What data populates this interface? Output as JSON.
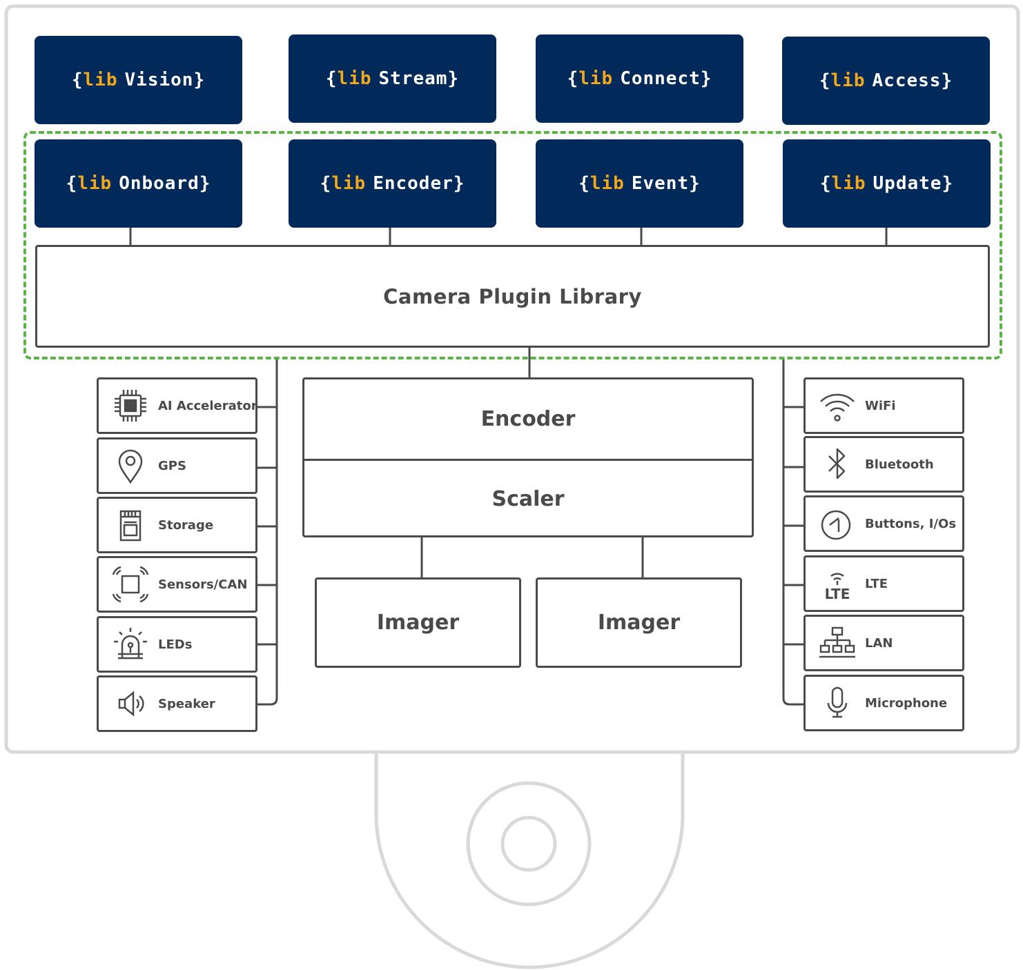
{
  "libs": [
    {
      "prefix": "lib",
      "name": "Vision"
    },
    {
      "prefix": "lib",
      "name": "Stream"
    },
    {
      "prefix": "lib",
      "name": "Connect"
    },
    {
      "prefix": "lib",
      "name": "Access"
    },
    {
      "prefix": "lib",
      "name": "Onboard"
    },
    {
      "prefix": "lib",
      "name": "Encoder"
    },
    {
      "prefix": "lib",
      "name": "Event"
    },
    {
      "prefix": "lib",
      "name": "Update"
    }
  ],
  "plugin_library": "Camera Plugin Library",
  "pipeline": {
    "encoder": "Encoder",
    "scaler": "Scaler",
    "imagers": [
      "Imager",
      "Imager"
    ]
  },
  "left_peripherals": [
    {
      "label": "AI Accelerator",
      "icon": "chip-icon"
    },
    {
      "label": "GPS",
      "icon": "location-pin-icon"
    },
    {
      "label": "Storage",
      "icon": "sd-card-icon"
    },
    {
      "label": "Sensors/CAN",
      "icon": "sensor-icon"
    },
    {
      "label": "LEDs",
      "icon": "alarm-light-icon"
    },
    {
      "label": "Speaker",
      "icon": "speaker-icon"
    }
  ],
  "right_peripherals": [
    {
      "label": "WiFi",
      "icon": "wifi-icon"
    },
    {
      "label": "Bluetooth",
      "icon": "bluetooth-icon"
    },
    {
      "label": "Buttons, I/Os",
      "icon": "button-icon"
    },
    {
      "label": "LTE",
      "icon": "lte-icon",
      "icon_text": "LTE"
    },
    {
      "label": "LAN",
      "icon": "network-icon"
    },
    {
      "label": "Microphone",
      "icon": "microphone-icon"
    }
  ],
  "colors": {
    "navy": "#012a5b",
    "orange": "#f2a81d",
    "green_dashed": "#5ab443",
    "dark_gray": "#4a4a4a",
    "light_gray": "#d9d9d9"
  }
}
